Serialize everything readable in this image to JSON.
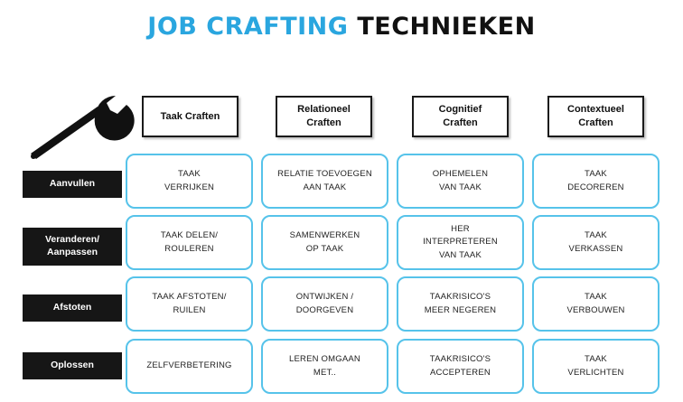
{
  "title": {
    "part1": "JOB CRAFTING",
    "part2": " TECHNIEKEN"
  },
  "icons": {
    "tool": "wrench-icon"
  },
  "colors": {
    "title_accent": "#2aa6df",
    "cell_border": "#56c3ea",
    "row_label_bg": "#161616"
  },
  "columns": [
    "Taak Craften",
    "Relationeel\nCraften",
    "Cognitief\nCraften",
    "Contextueel\nCraften"
  ],
  "rows": [
    {
      "label": "Aanvullen",
      "cells": [
        "TAAK\nVERRIJKEN",
        "RELATIE TOEVOEGEN\nAAN TAAK",
        "OPHEMELEN\nVAN TAAK",
        "TAAK\nDECOREREN"
      ]
    },
    {
      "label": "Veranderen/\nAanpassen",
      "cells": [
        "TAAK DELEN/\nROULEREN",
        "SAMENWERKEN\nOP TAAK",
        "HER\nINTERPRETEREN\nVAN TAAK",
        "TAAK\nVERKASSEN"
      ]
    },
    {
      "label": "Afstoten",
      "cells": [
        "TAAK AFSTOTEN/\nRUILEN",
        "ONTWIJKEN /\nDOORGEVEN",
        "TAAKRISICO'S\nMEER NEGEREN",
        "TAAK\nVERBOUWEN"
      ]
    },
    {
      "label": "Oplossen",
      "cells": [
        "ZELFVERBETERING",
        "LEREN OMGAAN\nMET..",
        "TAAKRISICO'S\nACCEPTEREN",
        "TAAK\nVERLICHTEN"
      ]
    }
  ]
}
